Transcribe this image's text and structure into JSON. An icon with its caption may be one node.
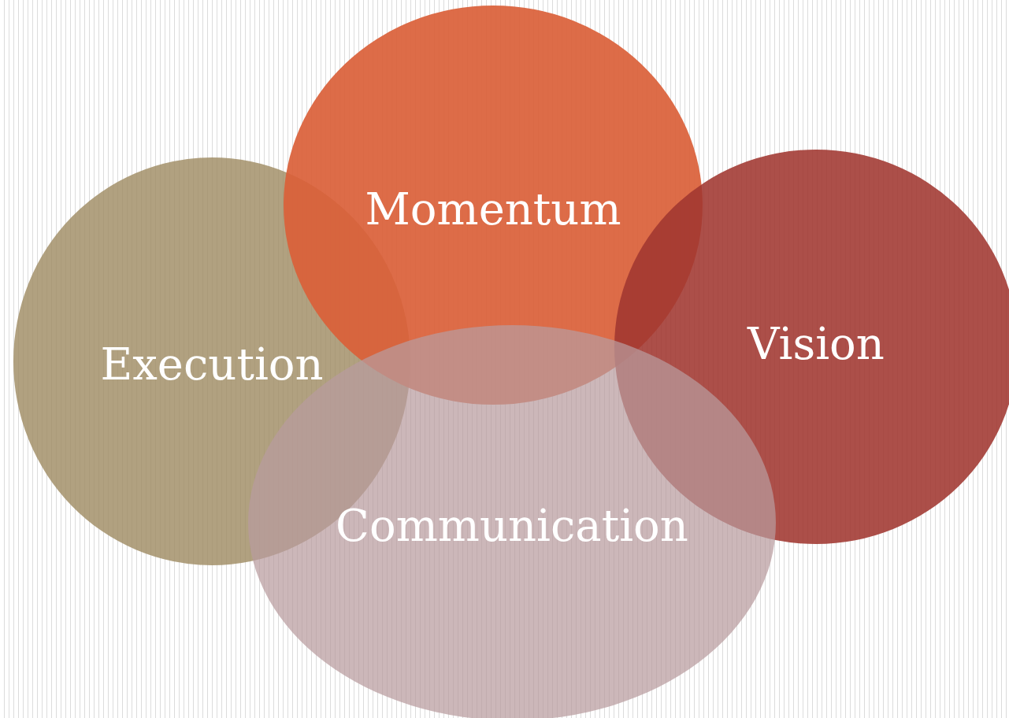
{
  "diagram": {
    "nodes": [
      {
        "text": [
          "Momentum"
        ]
      },
      {
        "text": [
          "Execution"
        ]
      },
      {
        "text": [
          "Vision"
        ]
      },
      {
        "text": [
          "Communication"
        ]
      }
    ]
  }
}
